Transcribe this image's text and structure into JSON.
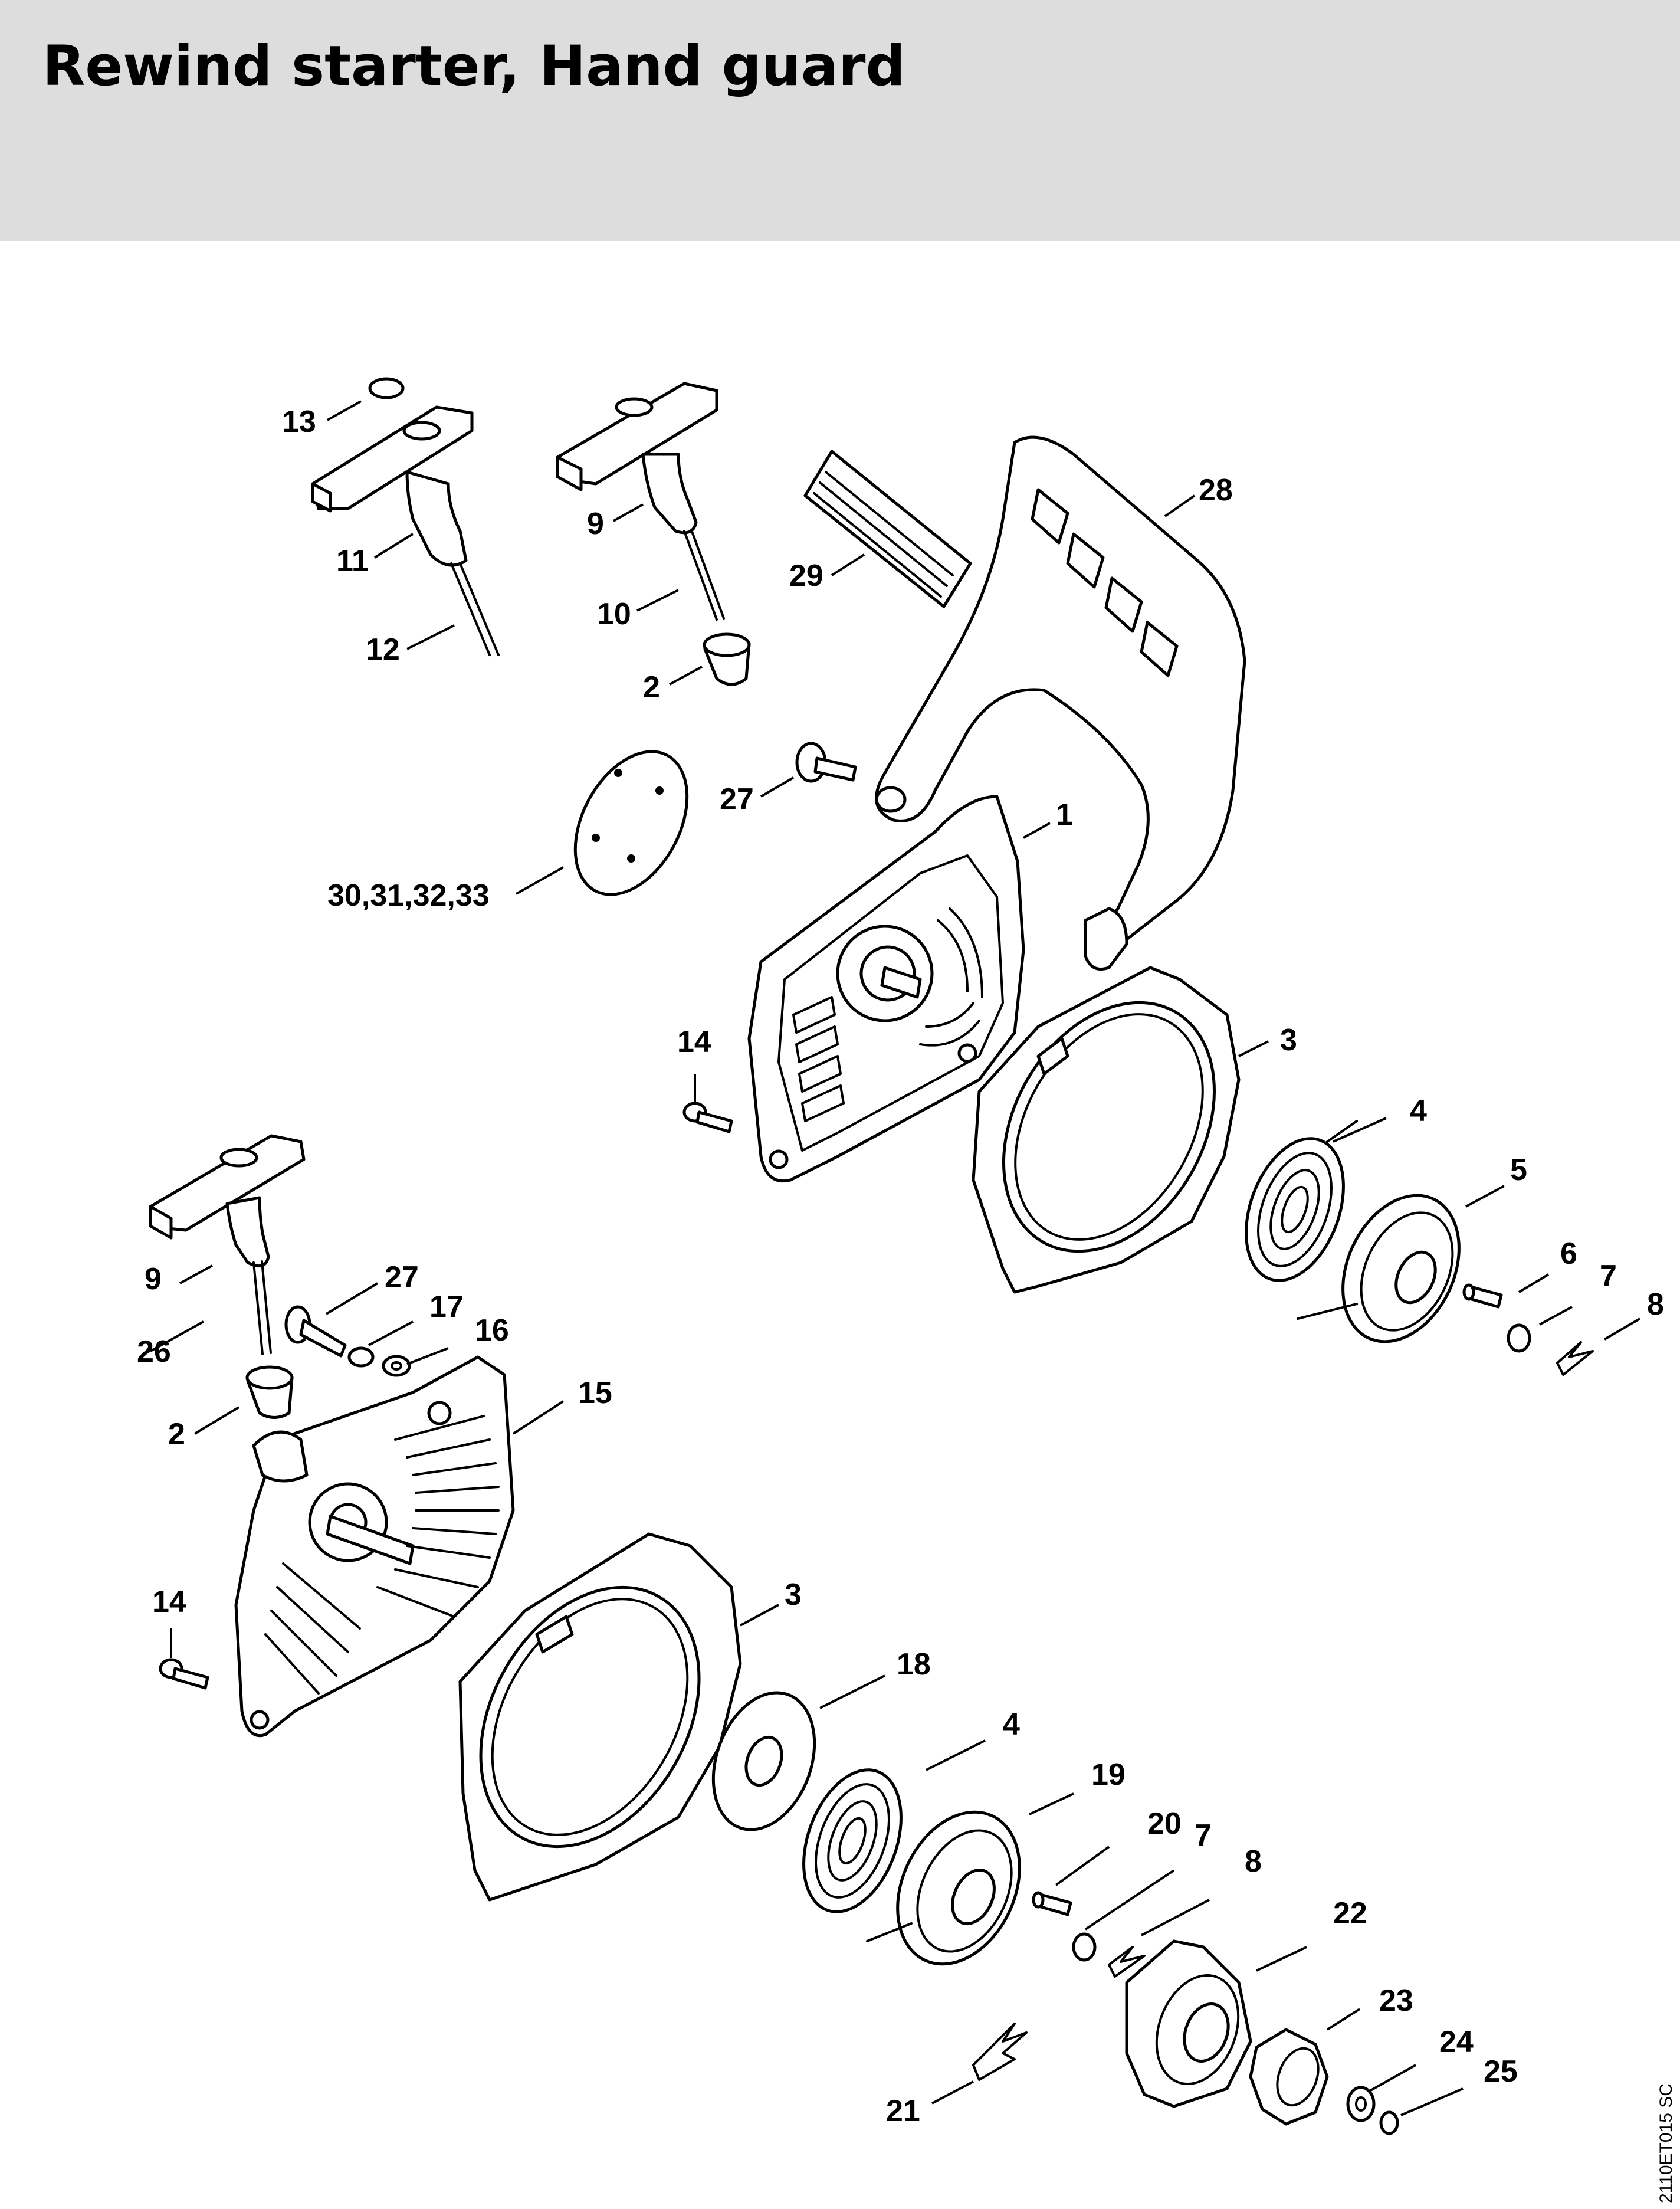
{
  "header": {
    "title": "Rewind starter, Hand guard"
  },
  "diagram": {
    "ref_code": "2110ET015 SC",
    "callouts": [
      {
        "id": "c13",
        "label": "13"
      },
      {
        "id": "c11",
        "label": "11"
      },
      {
        "id": "c12",
        "label": "12"
      },
      {
        "id": "c9a",
        "label": "9"
      },
      {
        "id": "c10",
        "label": "10"
      },
      {
        "id": "c2a",
        "label": "2"
      },
      {
        "id": "c29",
        "label": "29"
      },
      {
        "id": "c28",
        "label": "28"
      },
      {
        "id": "c27a",
        "label": "27"
      },
      {
        "id": "c1",
        "label": "1"
      },
      {
        "id": "c30",
        "label": "30,31,32,33"
      },
      {
        "id": "c14a",
        "label": "14"
      },
      {
        "id": "c3a",
        "label": "3"
      },
      {
        "id": "c4a",
        "label": "4"
      },
      {
        "id": "c5",
        "label": "5"
      },
      {
        "id": "c6",
        "label": "6"
      },
      {
        "id": "c7a",
        "label": "7"
      },
      {
        "id": "c8a",
        "label": "8"
      },
      {
        "id": "c9b",
        "label": "9"
      },
      {
        "id": "c27b",
        "label": "27"
      },
      {
        "id": "c17",
        "label": "17"
      },
      {
        "id": "c16",
        "label": "16"
      },
      {
        "id": "c26",
        "label": "26"
      },
      {
        "id": "c15",
        "label": "15"
      },
      {
        "id": "c2b",
        "label": "2"
      },
      {
        "id": "c14b",
        "label": "14"
      },
      {
        "id": "c3b",
        "label": "3"
      },
      {
        "id": "c18",
        "label": "18"
      },
      {
        "id": "c4b",
        "label": "4"
      },
      {
        "id": "c19",
        "label": "19"
      },
      {
        "id": "c20",
        "label": "20"
      },
      {
        "id": "c7b",
        "label": "7"
      },
      {
        "id": "c8b",
        "label": "8"
      },
      {
        "id": "c22",
        "label": "22"
      },
      {
        "id": "c23",
        "label": "23"
      },
      {
        "id": "c24",
        "label": "24"
      },
      {
        "id": "c25",
        "label": "25"
      },
      {
        "id": "c21",
        "label": "21"
      }
    ]
  }
}
